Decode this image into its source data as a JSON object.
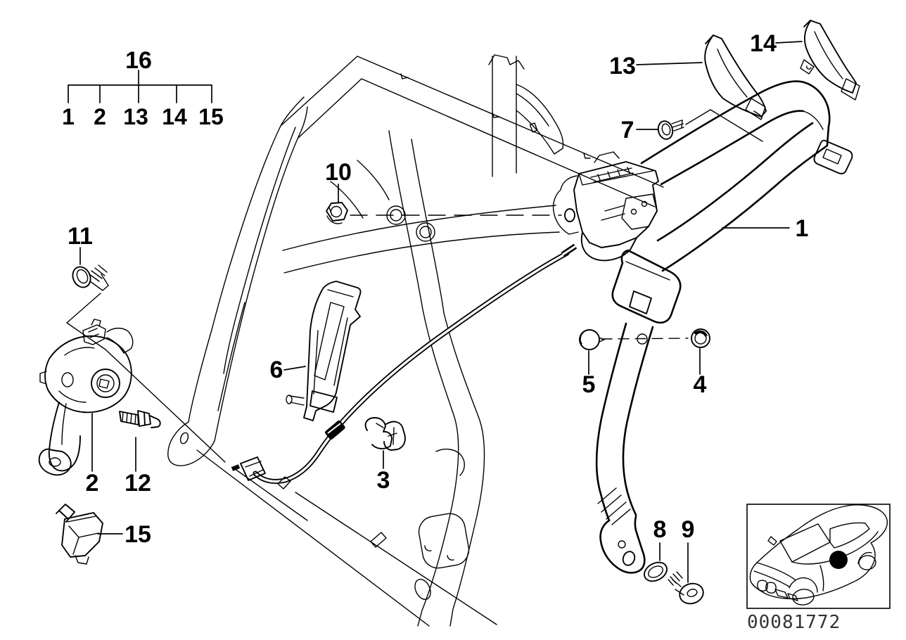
{
  "diagram": {
    "code": "00081772",
    "line_color": "#000000",
    "background_color": "#ffffff",
    "marker_color": "#000000"
  },
  "legend_tree": {
    "parent": "16",
    "children": [
      "1",
      "2",
      "13",
      "14",
      "15"
    ]
  },
  "callouts": {
    "c1": "1",
    "c2": "2",
    "c3": "3",
    "c4": "4",
    "c5": "5",
    "c6": "6",
    "c7": "7",
    "c8": "8",
    "c9": "9",
    "c10": "10",
    "c11": "11",
    "c12": "12",
    "c13": "13",
    "c14": "14",
    "c15": "15"
  }
}
